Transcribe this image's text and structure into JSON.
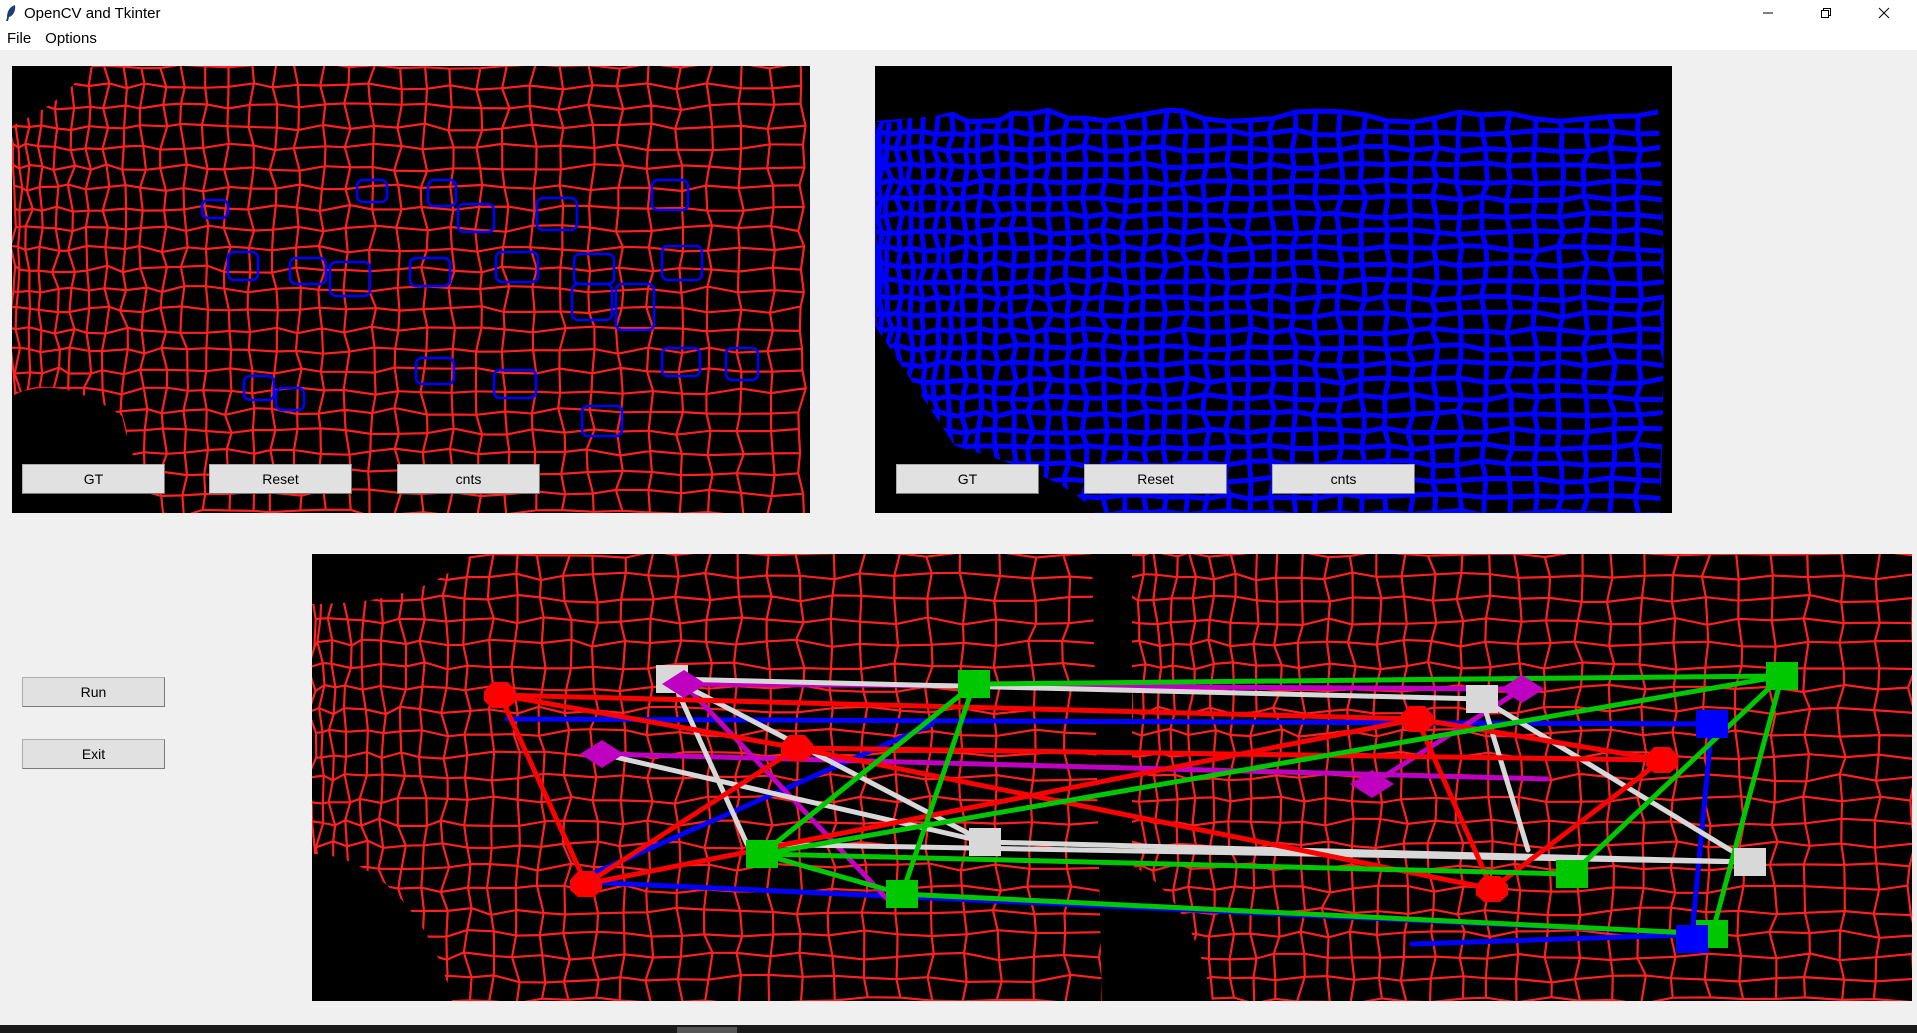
{
  "window": {
    "title": "OpenCV and Tkinter",
    "controls": {
      "minimize": "minimize-icon",
      "maximize": "restore-icon",
      "close": "close-icon"
    }
  },
  "menu": {
    "items": [
      "File",
      "Options"
    ]
  },
  "panels": {
    "left": {
      "buttons": [
        "GT",
        "Reset",
        "cnts"
      ]
    },
    "right": {
      "buttons": [
        "GT",
        "Reset",
        "cnts"
      ]
    }
  },
  "sidebar": {
    "run": "Run",
    "exit": "Exit"
  },
  "colors": {
    "mesh_red": "#ff2020",
    "mesh_blue": "#0000ff",
    "graph_white": "#d8d8d8",
    "graph_green": "#00c800",
    "graph_magenta": "#c000c0",
    "graph_red": "#ff0000",
    "graph_blue": "#0000ff",
    "canvas_bg": "#000000"
  }
}
